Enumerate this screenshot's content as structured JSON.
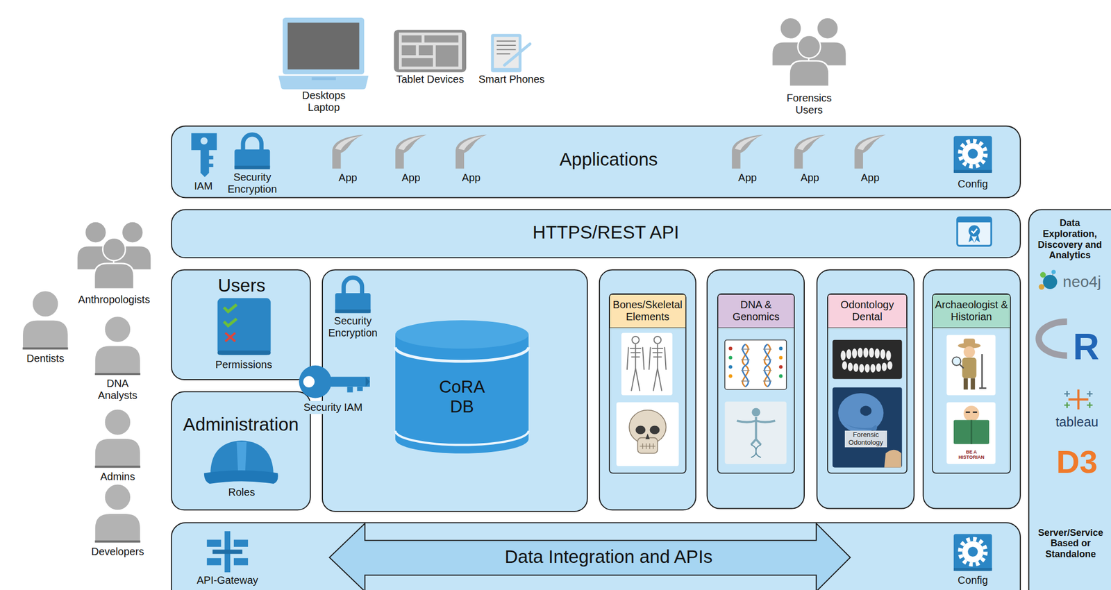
{
  "diagram": {
    "nodes": [
      {
        "text": [
          "Applications"
        ]
      },
      {
        "text": [
          "HTTPS/REST API"
        ]
      },
      {
        "text": [
          "Users",
          "Permissions"
        ]
      },
      {
        "text": [
          "Administration",
          "Roles"
        ]
      },
      {
        "text": [
          "Security Encryption"
        ]
      },
      {
        "text": [
          "CoRA DB"
        ],
        "in": 4
      },
      {
        "text": [
          "Bones/Skeletal Elements"
        ]
      },
      {
        "text": [
          "DNA & Genomics"
        ]
      },
      {
        "text": [
          "Odontology Dental"
        ]
      },
      {
        "text": [
          "Archaeologist & Historian"
        ]
      },
      {
        "text": [
          "Data Exploration, Discovery and Analytics",
          "Server/Service Based or Standalone"
        ]
      },
      {
        "text": [
          "Data Integration and APIs"
        ]
      }
    ],
    "labels": [
      "Desktops Laptop",
      "Tablet Devices",
      "Smart Phones",
      "Forensics Users",
      "IAM",
      "Security Encryption",
      "App",
      "App",
      "App",
      "App",
      "App",
      "App",
      "Config",
      "Security IAM",
      "Anthropologists",
      "Dentists",
      "DNA Analysts",
      "Admins",
      "Developers",
      "Forensic Odontology",
      "BE A HISTORIAN",
      "neo4j",
      "R",
      "tableau",
      "D3",
      "API-Gateway",
      "Config"
    ]
  }
}
